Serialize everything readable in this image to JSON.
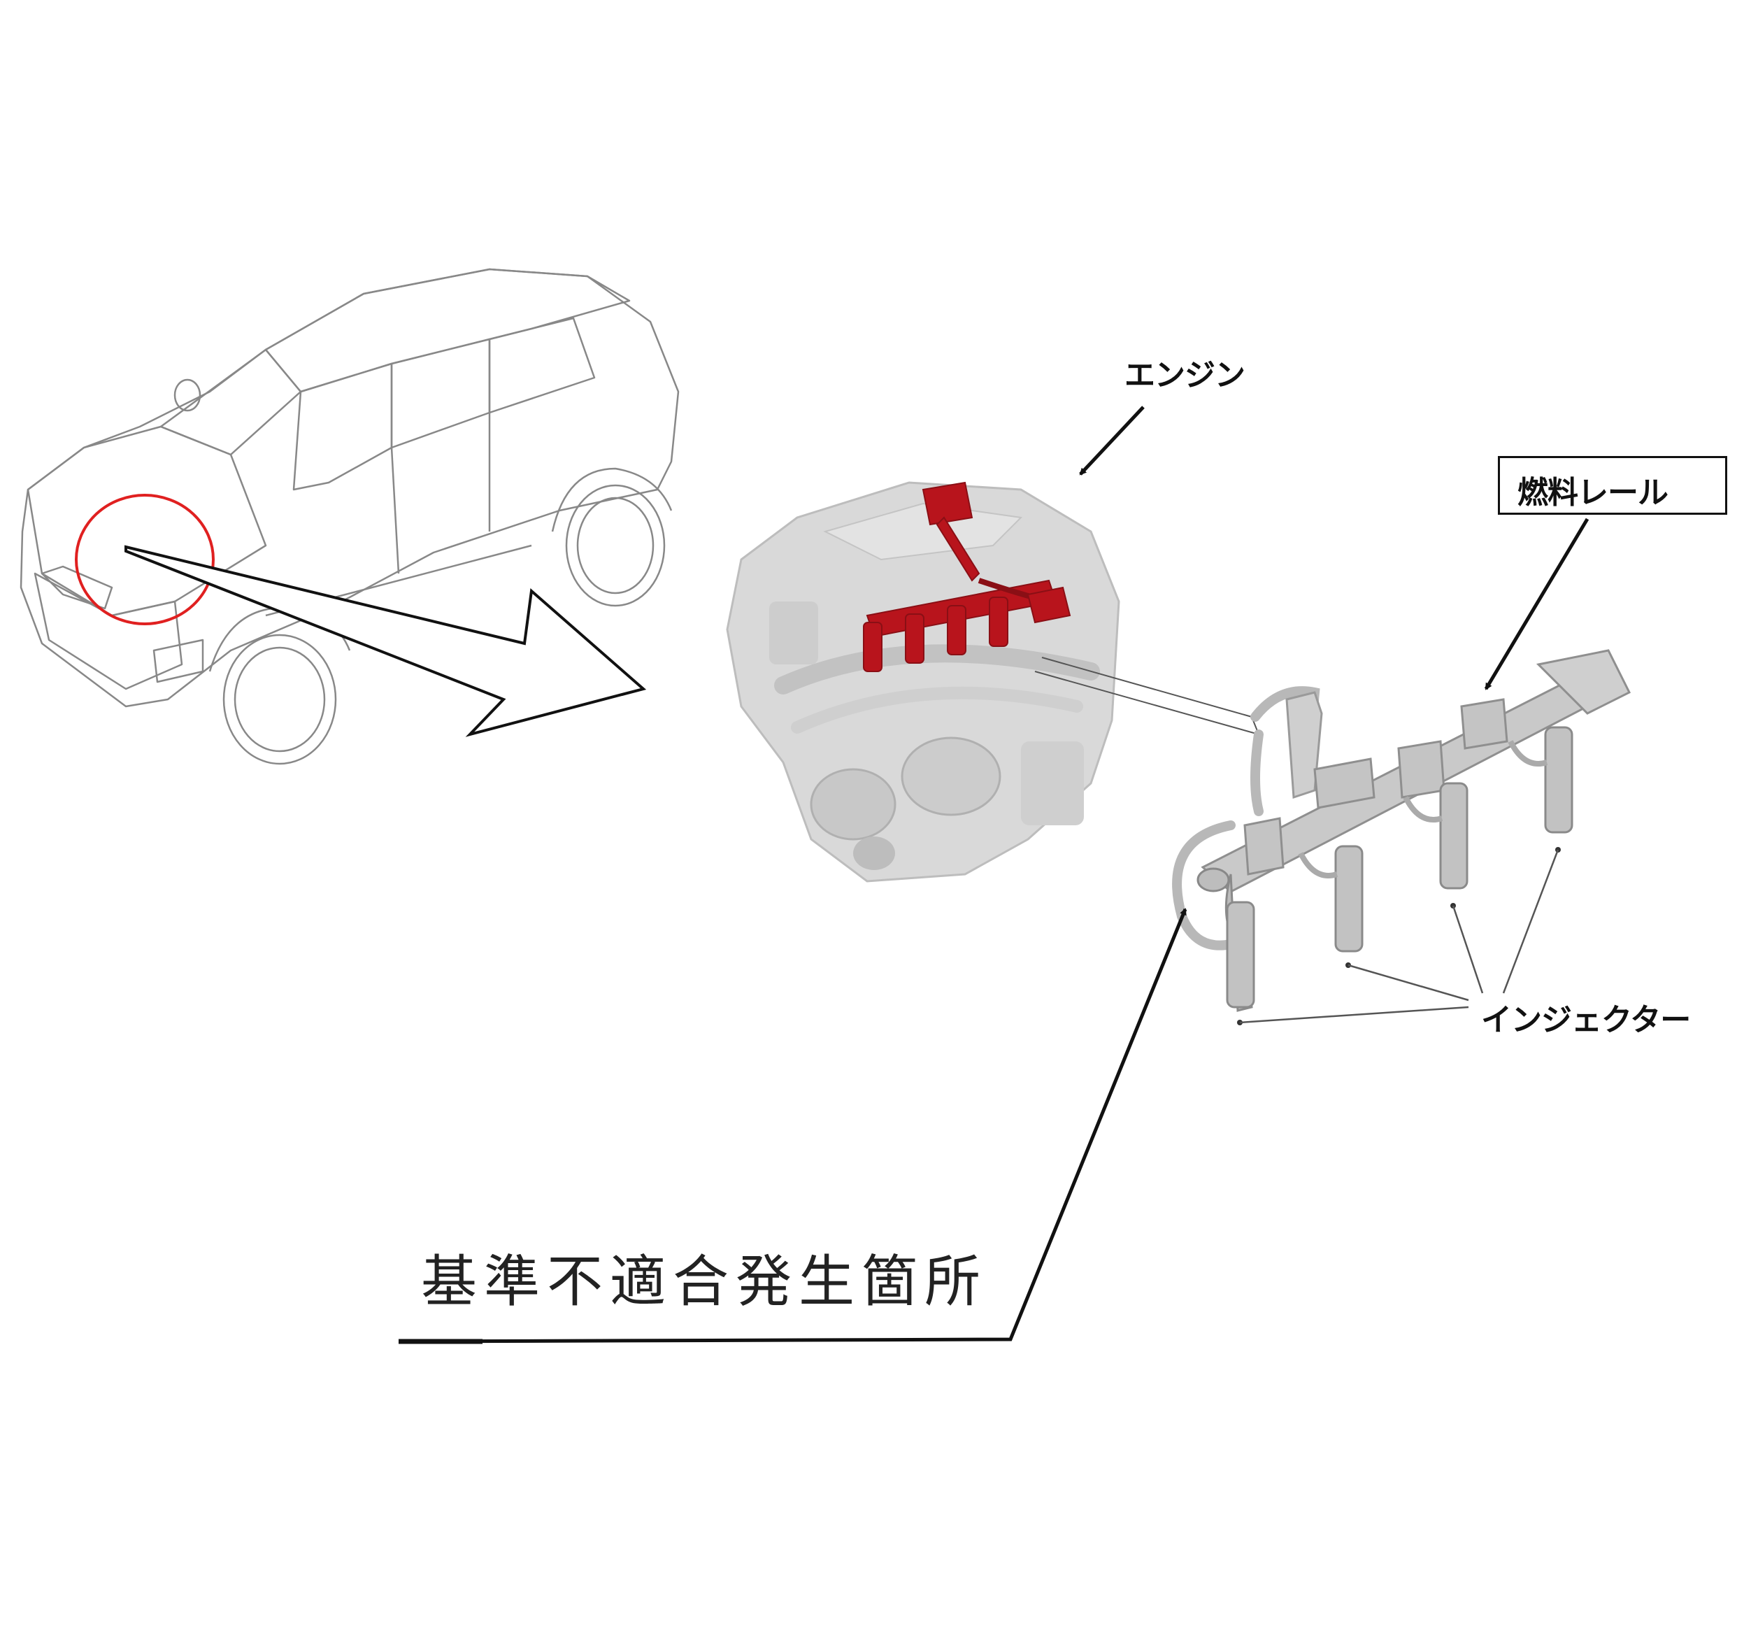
{
  "labels": {
    "engine": "エンジン",
    "fuel_rail": "燃料レール",
    "injector": "インジェクター",
    "nonconformity_location": "基準不適合発生箇所"
  },
  "colors": {
    "line": "#111111",
    "highlight_circle": "#e02020",
    "highlight_part": "#b8141c",
    "engine_body": "#d8d8d8",
    "rail_body": "#c8c8c8"
  }
}
